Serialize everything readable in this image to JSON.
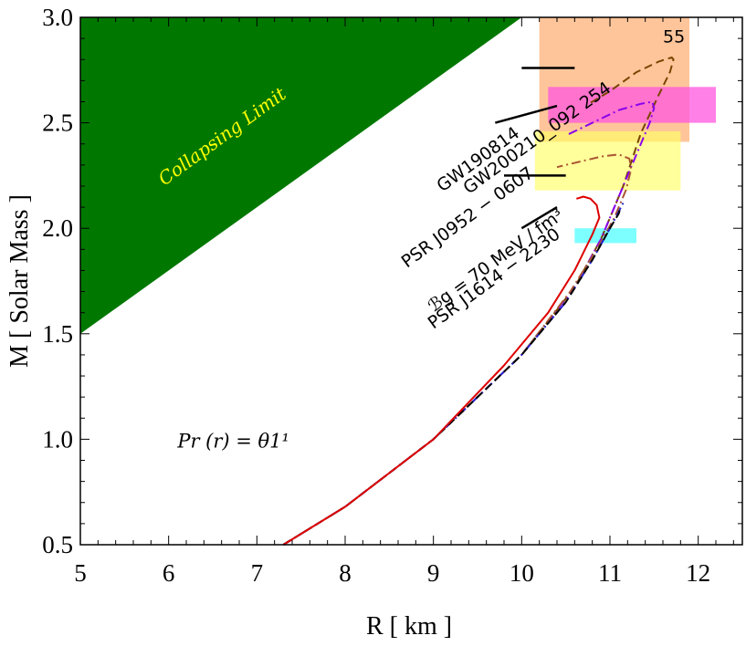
{
  "chart_data": {
    "type": "line",
    "xlabel": "R  [ km ]",
    "ylabel": "M  [ Solar  Mass ]",
    "xlim": [
      5,
      12.5
    ],
    "ylim": [
      0.5,
      3.0
    ],
    "xticks": [
      "5",
      "6",
      "7",
      "8",
      "9",
      "10",
      "11",
      "12"
    ],
    "yticks": [
      "0.5",
      "1.0",
      "1.5",
      "2.0",
      "2.5",
      "3.0"
    ],
    "collapsing_region": {
      "label": "Collapsing Limit",
      "color": "#007800",
      "label_color": "#ffff00",
      "x": [
        5,
        10,
        5
      ],
      "y": [
        1.5,
        3.0,
        3.0
      ]
    },
    "bands": [
      {
        "label": "GW200210_092254",
        "x": [
          10.2,
          11.9
        ],
        "y": [
          2.41,
          3.0
        ],
        "color": "#ffbb88",
        "opacity": 0.85
      },
      {
        "label": "GW190814",
        "x": [
          10.3,
          12.2
        ],
        "y": [
          2.5,
          2.67
        ],
        "color": "#ff55dd",
        "opacity": 0.75
      },
      {
        "label": "PSR J0952 - 0607",
        "x": [
          10.15,
          11.8
        ],
        "y": [
          2.18,
          2.46
        ],
        "color": "#ffff66",
        "opacity": 0.65
      },
      {
        "label": "PSR J1614 - 2230",
        "x": [
          10.6,
          11.3
        ],
        "y": [
          1.93,
          2.0
        ],
        "color": "#66ffff",
        "opacity": 0.85
      }
    ],
    "series": [
      {
        "style": "dashed",
        "color": "#7a4400",
        "x": [
          7.3,
          8.0,
          9.0,
          10.0,
          10.6,
          10.9,
          11.15,
          11.35,
          11.55,
          11.68,
          11.72,
          11.7,
          11.55,
          11.3,
          11.0,
          10.8,
          10.75
        ],
        "y": [
          0.5,
          0.68,
          1.0,
          1.4,
          1.72,
          1.95,
          2.2,
          2.45,
          2.63,
          2.74,
          2.8,
          2.81,
          2.79,
          2.74,
          2.65,
          2.6,
          2.59
        ]
      },
      {
        "style": "dashdot",
        "color": "#8800ee",
        "x": [
          7.3,
          8.0,
          9.0,
          10.0,
          10.6,
          10.9,
          11.1,
          11.3,
          11.45,
          11.5,
          11.48,
          11.35,
          11.1,
          10.8,
          10.5
        ],
        "y": [
          0.5,
          0.68,
          1.0,
          1.4,
          1.72,
          1.95,
          2.15,
          2.35,
          2.5,
          2.57,
          2.6,
          2.59,
          2.56,
          2.5,
          2.44
        ]
      },
      {
        "style": "dashdot",
        "color": "#aa5533",
        "x": [
          7.3,
          8.0,
          9.0,
          10.0,
          10.55,
          10.85,
          11.05,
          11.18,
          11.24,
          11.22,
          11.1,
          10.9,
          10.7,
          10.5,
          10.4
        ],
        "y": [
          0.5,
          0.68,
          1.0,
          1.4,
          1.7,
          1.9,
          2.05,
          2.18,
          2.28,
          2.33,
          2.35,
          2.34,
          2.32,
          2.3,
          2.29
        ]
      },
      {
        "style": "dashdot",
        "color": "#2222cc",
        "x": [
          7.3,
          8.0,
          9.0,
          10.0,
          10.5,
          10.8,
          11.0,
          11.1,
          11.15
        ],
        "y": [
          0.5,
          0.68,
          1.0,
          1.4,
          1.65,
          1.85,
          2.0,
          2.08,
          2.12
        ]
      },
      {
        "style": "dashed",
        "color": "#000000",
        "x": [
          7.3,
          8.0,
          9.0,
          10.0,
          10.5,
          10.8,
          11.0,
          11.1,
          11.12
        ],
        "y": [
          0.5,
          0.68,
          1.0,
          1.4,
          1.65,
          1.85,
          2.0,
          2.07,
          2.1
        ]
      },
      {
        "style": "solid",
        "color": "#dd0000",
        "x": [
          7.3,
          8.0,
          9.0,
          9.8,
          10.3,
          10.6,
          10.8,
          10.88,
          10.85,
          10.78,
          10.7,
          10.62
        ],
        "y": [
          0.5,
          0.68,
          1.0,
          1.35,
          1.6,
          1.8,
          1.97,
          2.05,
          2.11,
          2.14,
          2.15,
          2.14
        ]
      }
    ],
    "annotations": [
      {
        "text": "55",
        "x": 11.6,
        "y": 2.88
      },
      {
        "text": "GW200210_092 254",
        "rotate": -36,
        "x": 9.4,
        "y": 2.16
      },
      {
        "text": "GW190814",
        "rotate": -36,
        "x": 9.1,
        "y": 2.17
      },
      {
        "text": "PSR J0952 − 0607",
        "rotate": -36,
        "x": 8.7,
        "y": 1.81
      },
      {
        "text": "ℬg = 70 MeV / fm³",
        "rotate": -36,
        "x": 9.0,
        "y": 1.6
      },
      {
        "text": "PSR J1614 − 2230",
        "rotate": -36,
        "x": 9.0,
        "y": 1.52
      },
      {
        "text": "Pr (r) = θ1¹",
        "x": 6.1,
        "y": 0.96
      }
    ],
    "pointers": [
      {
        "x": [
          10.0,
          10.6
        ],
        "y": [
          2.76,
          2.76
        ]
      },
      {
        "x": [
          9.7,
          10.4
        ],
        "y": [
          2.5,
          2.58
        ]
      },
      {
        "x": [
          9.8,
          10.5
        ],
        "y": [
          2.25,
          2.25
        ]
      },
      {
        "x": [
          10.0,
          10.4
        ],
        "y": [
          2.0,
          2.1
        ]
      }
    ]
  }
}
